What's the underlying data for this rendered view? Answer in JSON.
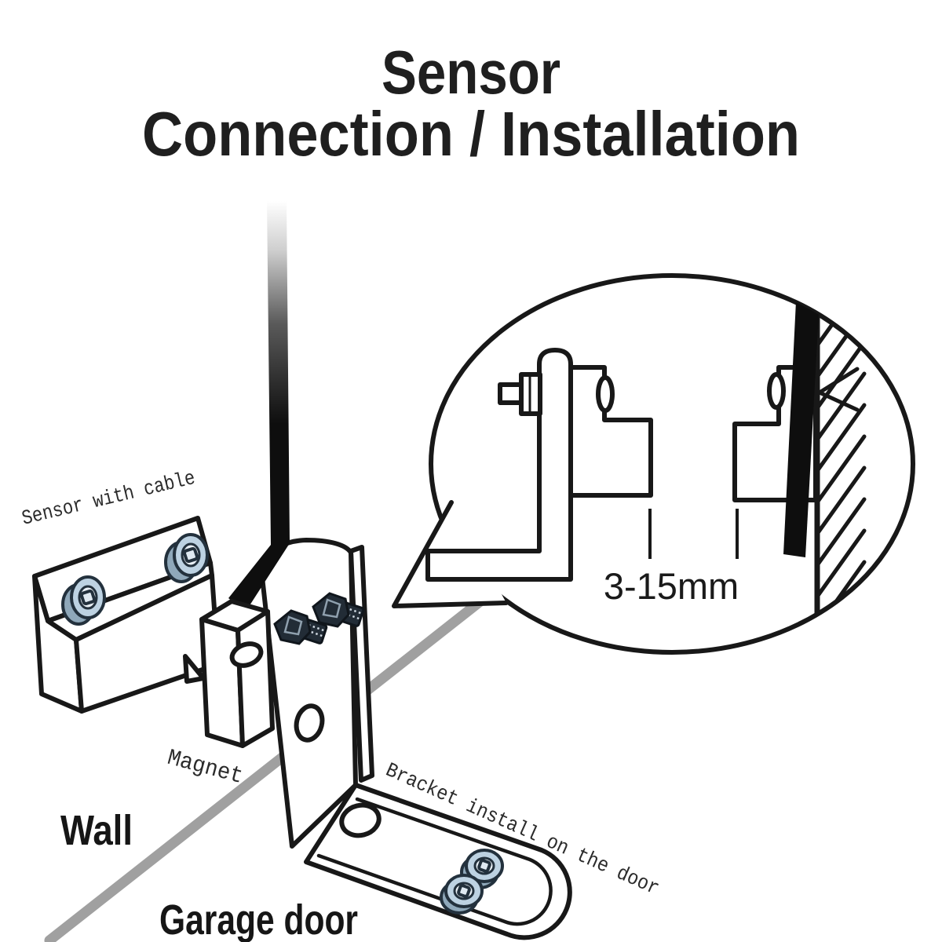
{
  "title": {
    "line1": "Sensor",
    "line2": "Connection / Installation"
  },
  "diagram": {
    "labels": {
      "sensor_with_cable": "Sensor with cable",
      "magnet": "Magnet",
      "wall": "Wall",
      "garage_door": "Garage door",
      "bracket_install": "Bracket install on the door",
      "gap_range": "3-15mm"
    },
    "colors": {
      "ink": "#181818",
      "title_text": "#1f1f1f",
      "label_text": "#2b2b2b",
      "divider_gray": "#a0a0a0",
      "cable_black": "#0e0e0e",
      "screw_blue": "#bdd2e2",
      "screw_blue_shadow": "#8fa8ba",
      "screw_outline": "#23313d",
      "hex_screw_dark": "#222c36",
      "background": "#ffffff"
    }
  }
}
